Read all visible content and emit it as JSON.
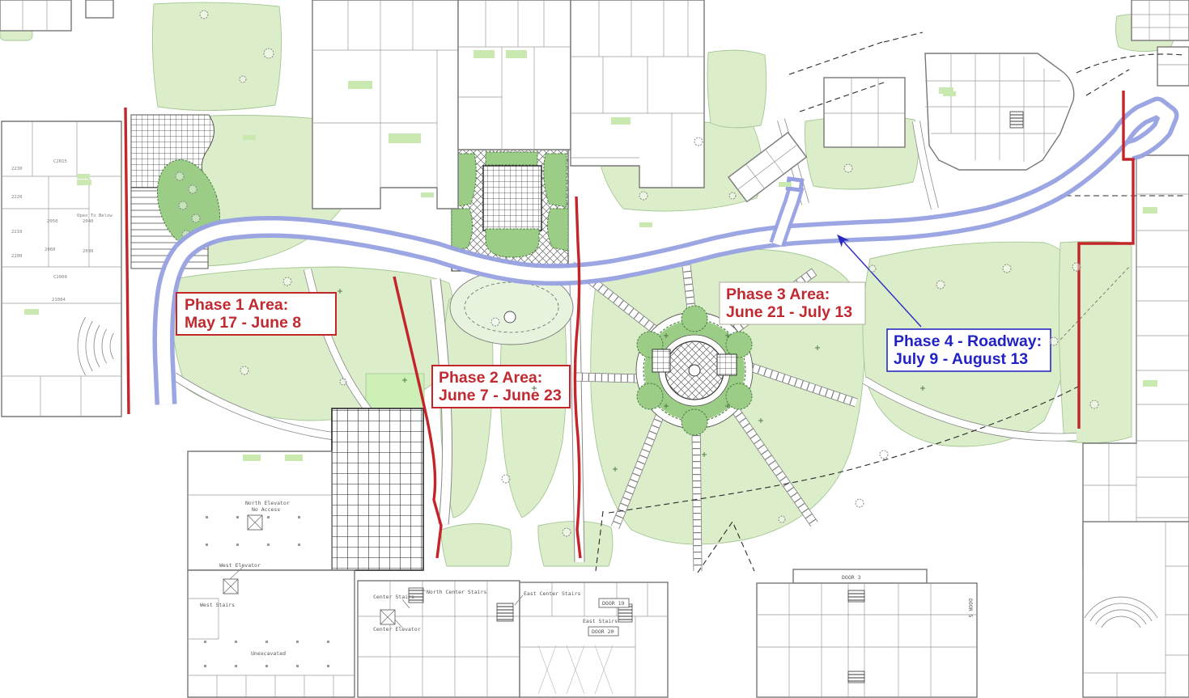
{
  "colors": {
    "phase_boundary_red": "#c4252b",
    "phase_label_red": "#c02a30",
    "phase4_blue": "#2222c4",
    "roadway_highlight_blue": "#97a1e2",
    "lawn_green": "#dcedca",
    "planting_green": "#9ccd86"
  },
  "phases": [
    {
      "title": "Phase 1 Area:",
      "dates": "May 17 - June 8"
    },
    {
      "title": "Phase 2 Area:",
      "dates": "June 7 - June 23"
    },
    {
      "title": "Phase 3 Area:",
      "dates": "June 21 - July 13"
    },
    {
      "title": "Phase 4 - Roadway:",
      "dates": "July 9 - August 13"
    }
  ],
  "plan_labels": {
    "north_elevator": "North Elevator",
    "no_access": "No Access",
    "west_elevator": "West Elevator",
    "west_stairs": "West Stairs",
    "center_stairs": "Center Stairs",
    "north_center_stairs": "North Center Stairs",
    "center_elevator": "Center Elevator",
    "east_center_stairs": "East Center Stairs",
    "east_stairs": "East Stairs",
    "door_19": "DOOR 19",
    "door_20": "DOOR 20",
    "door_3": "DOOR 3",
    "door_5": "DOOR 5",
    "unexcavated": "Unexcavated",
    "open_to_below": "Open To Below"
  },
  "room_numbers": [
    "C2015",
    "2230",
    "2220",
    "2210",
    "2200",
    "2050",
    "2040",
    "2060",
    "2030",
    "C2000",
    "21084"
  ]
}
